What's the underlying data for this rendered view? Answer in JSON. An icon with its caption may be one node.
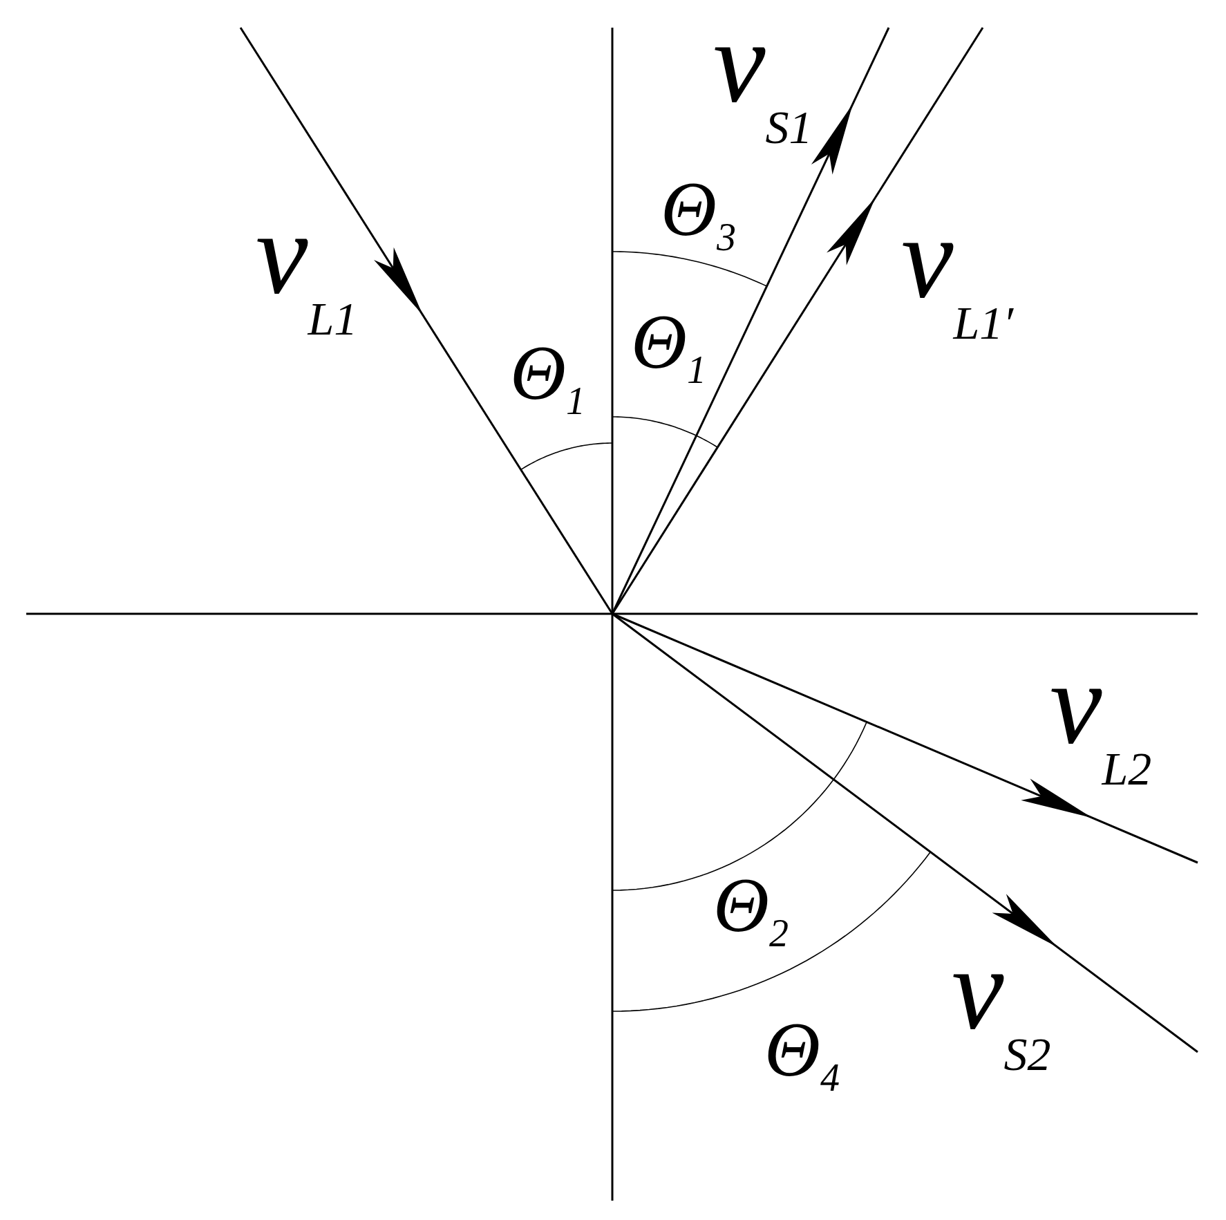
{
  "diagram": {
    "labels": [
      "v$_{L1}$",
      "v$_{S1}$",
      "Θ$_{3}$",
      "v$_{L1′}$",
      "Θ$_{1}$",
      "Θ$_{1}$",
      "v$_{L2}$",
      "Θ$_{2}$",
      "v$_{S2}$",
      "Θ$_{4}$"
    ]
  }
}
